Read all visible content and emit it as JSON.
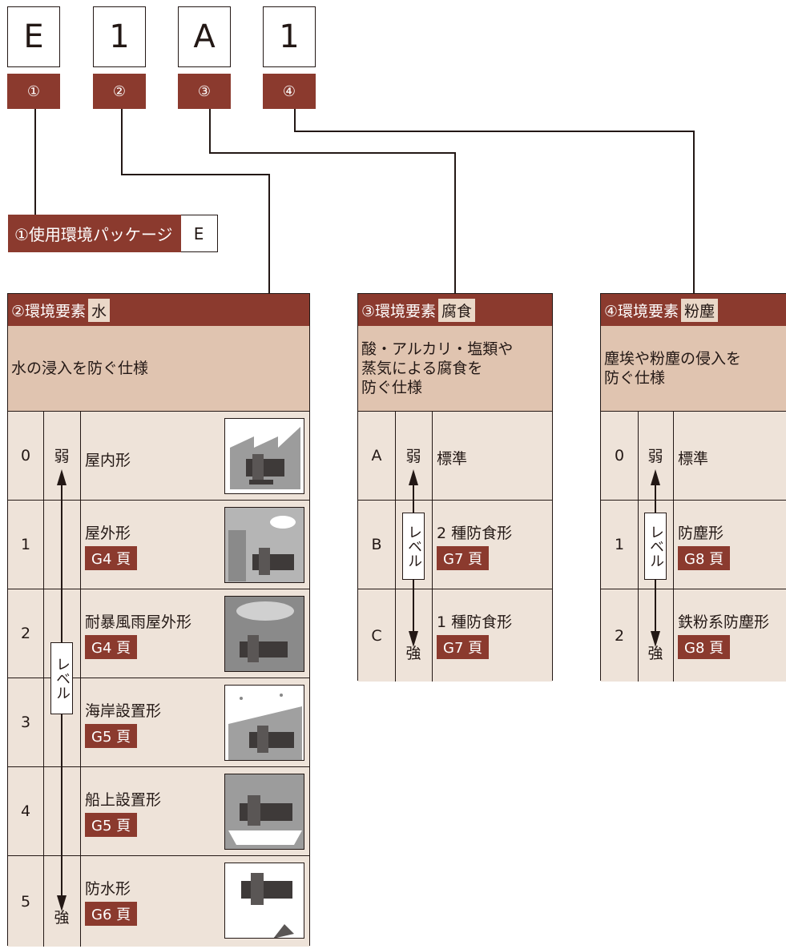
{
  "code": {
    "letters": [
      "E",
      "1",
      "A",
      "1"
    ],
    "tags": [
      "①",
      "②",
      "③",
      "④"
    ]
  },
  "package": {
    "label": "①使用環境パッケージ",
    "value": "E"
  },
  "water": {
    "title": "②環境要素",
    "title_highlight": "水",
    "description": "水の浸入を防ぐ仕様",
    "weak": "弱",
    "strong": "強",
    "level": "レベル",
    "rows": [
      {
        "code": "0",
        "name": "屋内形",
        "page": ""
      },
      {
        "code": "1",
        "name": "屋外形",
        "page": "G4 頁"
      },
      {
        "code": "2",
        "name": "耐暴風雨屋外形",
        "page": "G4 頁"
      },
      {
        "code": "3",
        "name": "海岸設置形",
        "page": "G5 頁"
      },
      {
        "code": "4",
        "name": "船上設置形",
        "page": "G5 頁"
      },
      {
        "code": "5",
        "name": "防水形",
        "page": "G6 頁"
      }
    ]
  },
  "corrosion": {
    "title": "③環境要素",
    "title_highlight": "腐食",
    "description_lines": [
      "酸・アルカリ・塩類や",
      "蒸気による腐食を",
      "防ぐ仕様"
    ],
    "weak": "弱",
    "strong": "強",
    "level": "レベル",
    "rows": [
      {
        "code": "A",
        "name": "標準",
        "page": ""
      },
      {
        "code": "B",
        "name": "2 種防食形",
        "page": "G7 頁"
      },
      {
        "code": "C",
        "name": "1 種防食形",
        "page": "G7 頁"
      }
    ]
  },
  "dust": {
    "title": "④環境要素",
    "title_highlight": "粉塵",
    "description_lines": [
      "塵埃や粉塵の侵入を",
      "防ぐ仕様"
    ],
    "weak": "弱",
    "strong": "強",
    "level": "レベル",
    "rows": [
      {
        "code": "0",
        "name": "標準",
        "page": ""
      },
      {
        "code": "1",
        "name": "防塵形",
        "page": "G8 頁"
      },
      {
        "code": "2",
        "name": "鉄粉系防塵形",
        "page": "G8 頁"
      }
    ]
  },
  "colors": {
    "accent": "#8b3a2e",
    "desc_bg": "#e0c4b0",
    "row_bg": "#eee3d9"
  }
}
